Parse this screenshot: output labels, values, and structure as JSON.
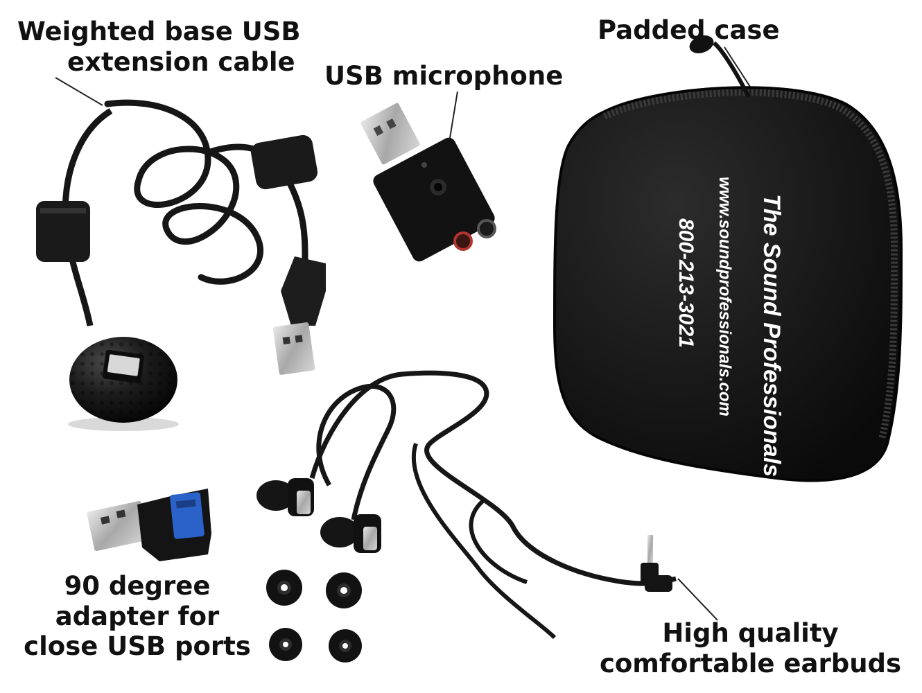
{
  "labels": {
    "extension_cable": [
      "Weighted base USB",
      "extension cable"
    ],
    "microphone": "USB microphone",
    "case": "Padded case",
    "adapter": [
      "90 degree",
      "adapter for",
      "close USB ports"
    ],
    "earbuds": [
      "High quality",
      "comfortable earbuds"
    ]
  },
  "case_print": {
    "brand": "The Sound Professionals",
    "website": "www.soundprofessionals.com",
    "phone": "800-213-3021"
  },
  "colors": {
    "background": "#ffffff",
    "product_black": "#111111",
    "usb3_blue": "#2a62c9",
    "metal": "#c9c9c9",
    "jack_red": "#b0352f"
  }
}
